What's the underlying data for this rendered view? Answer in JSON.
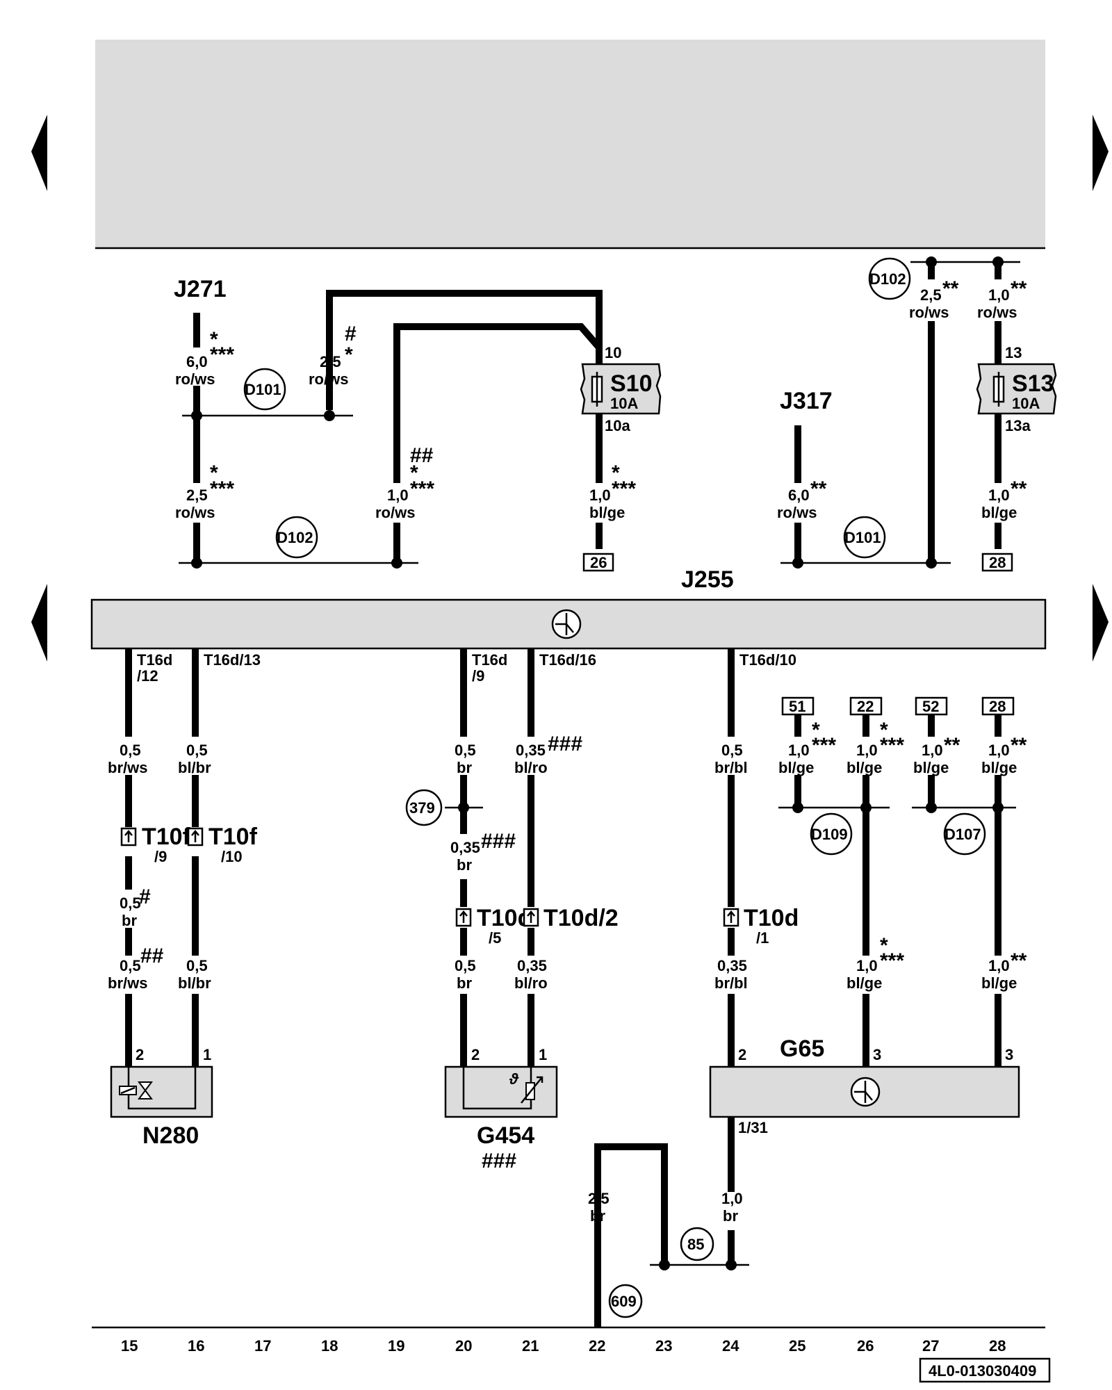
{
  "components": {
    "j271": "J271",
    "j317": "J317",
    "j255": "J255",
    "g65": "G65",
    "n280": "N280",
    "g454": "G454",
    "s10": {
      "name": "S10",
      "rating": "10A",
      "pin_in": "10",
      "pin_out": "10a"
    },
    "s13": {
      "name": "S13",
      "rating": "10A",
      "pin_in": "13",
      "pin_out": "13a"
    }
  },
  "connections": {
    "d101": "D101",
    "d102": "D102",
    "d107": "D107",
    "d109": "D109",
    "c379": "379",
    "c85": "85",
    "c609": "609"
  },
  "refs": {
    "r26": "26",
    "r28": "28",
    "r51": "51",
    "r22": "22",
    "r52": "52",
    "r28b": "28"
  },
  "wires": {
    "w1": {
      "size": "6,0",
      "color": "ro/ws"
    },
    "w2": {
      "size": "2,5",
      "color": "ro/ws"
    },
    "w3": {
      "size": "2,5",
      "color": "ro/ws"
    },
    "w4": {
      "size": "1,0",
      "color": "ro/ws"
    },
    "w5": {
      "size": "1,0",
      "color": "bl/ge"
    },
    "w6": {
      "size": "6,0",
      "color": "ro/ws"
    },
    "w7": {
      "size": "2,5",
      "color": "ro/ws"
    },
    "w8": {
      "size": "1,0",
      "color": "ro/ws"
    },
    "w9": {
      "size": "1,0",
      "color": "bl/ge"
    },
    "w10": {
      "size": "0,5",
      "color": "br/ws"
    },
    "w11": {
      "size": "0,5",
      "color": "bl/br"
    },
    "w12": {
      "size": "0,5",
      "color": "br"
    },
    "w13": {
      "size": "0,5",
      "color": "br/ws"
    },
    "w14": {
      "size": "0,5",
      "color": "bl/br"
    },
    "w15": {
      "size": "0,5",
      "color": "br"
    },
    "w16": {
      "size": "0,35",
      "color": "bl/ro"
    },
    "w17": {
      "size": "0,35",
      "color": "br"
    },
    "w18": {
      "size": "0,5",
      "color": "br"
    },
    "w19": {
      "size": "0,35",
      "color": "bl/ro"
    },
    "w20": {
      "size": "0,5",
      "color": "br/bl"
    },
    "w21": {
      "size": "0,35",
      "color": "br/bl"
    },
    "w22": {
      "size": "1,0",
      "color": "bl/ge"
    },
    "w23": {
      "size": "1,0",
      "color": "bl/ge"
    },
    "w24": {
      "size": "1,0",
      "color": "bl/ge"
    },
    "w25": {
      "size": "1,0",
      "color": "bl/ge"
    },
    "w26": {
      "size": "1,0",
      "color": "bl/ge"
    },
    "w27": {
      "size": "1,0",
      "color": "bl/ge"
    },
    "w28": {
      "size": "2,5",
      "color": "br"
    },
    "w29": {
      "size": "1,0",
      "color": "br"
    }
  },
  "marks": {
    "m1": "*",
    "m1b": "***",
    "m2": "#",
    "m2b": "*",
    "m3": "*",
    "m3b": "***",
    "m4": "##",
    "m4b": "*",
    "m4c": "***",
    "m5": "*",
    "m5b": "***",
    "m6": "**",
    "m7": "**",
    "m8": "**",
    "m9": "**",
    "m10": "#",
    "m11": "##",
    "m12": "###",
    "m13": "###",
    "m14": "*",
    "m14b": "***",
    "m15": "*",
    "m15b": "***",
    "m16": "**",
    "m17": "**",
    "m18": "*",
    "m18b": "***",
    "m19": "**",
    "m20": "###"
  },
  "pins": {
    "p1a": "T16d",
    "p1b": "/12",
    "p2": "T16d/13",
    "p3a": "T16d",
    "p3b": "/9",
    "p4": "T16d/16",
    "p5": "T16d/10",
    "n280_2": "2",
    "n280_1": "1",
    "g454_2": "2",
    "g454_1": "1",
    "g65_2": "2",
    "g65_3a": "3",
    "g65_3b": "3",
    "g65_131": "1/31"
  },
  "connectors": {
    "t10f9": {
      "name": "T10f",
      "pin": "/9"
    },
    "t10f10": {
      "name": "T10f",
      "pin": "/10"
    },
    "t10d5": {
      "name": "T10d",
      "pin": "/5"
    },
    "t10d2": {
      "name": "T10d/2"
    },
    "t10d1": {
      "name": "T10d",
      "pin": "/1"
    }
  },
  "tracks": [
    "15",
    "16",
    "17",
    "18",
    "19",
    "20",
    "21",
    "22",
    "23",
    "24",
    "25",
    "26",
    "27",
    "28"
  ],
  "doc_number": "4L0-013030409",
  "nav": {
    "prev_label": "previous page",
    "next_label": "next page"
  }
}
